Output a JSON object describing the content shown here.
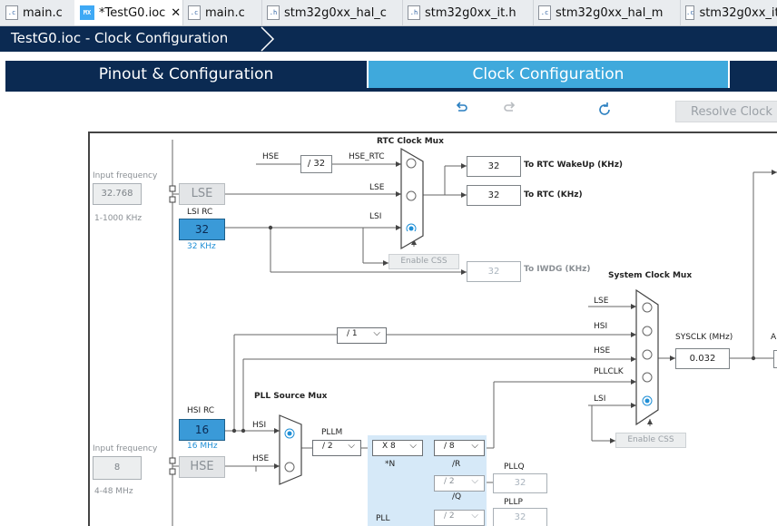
{
  "file_tabs": [
    {
      "icon": ".c",
      "label": "main.c"
    },
    {
      "icon": "MX",
      "label": "*TestG0.ioc"
    },
    {
      "icon": ".c",
      "label": "main.c"
    },
    {
      "icon": ".h",
      "label": "stm32g0xx_hal_c"
    },
    {
      "icon": ".h",
      "label": "stm32g0xx_it.h"
    },
    {
      "icon": ".c",
      "label": "stm32g0xx_hal_m"
    },
    {
      "icon": ".c",
      "label": "stm32g0xx_it"
    }
  ],
  "breadcrumb": "TestG0.ioc - Clock Configuration",
  "main_tabs": [
    "Pinout & Configuration",
    "Clock Configuration"
  ],
  "resolve_label": "Resolve Clock Issues",
  "clock": {
    "input_freq_label": "Input frequency",
    "lse_freq": "32.768",
    "lse_range": "1-1000 KHz",
    "lse_label": "LSE",
    "lsi_rc_label": "LSI RC",
    "lsi_value": "32",
    "lsi_khz": "32 KHz",
    "rtc_mux_title": "RTC Clock Mux",
    "hse_label": "HSE",
    "div32": "/ 32",
    "hse_rtc": "HSE_RTC",
    "lse_in": "LSE",
    "lsi_in": "LSI",
    "rtc_wakeup_value": "32",
    "rtc_wakeup_label": "To RTC WakeUp (KHz)",
    "rtc_value": "32",
    "rtc_label": "To RTC (KHz)",
    "enable_css": "Enable CSS",
    "iwdg_value": "32",
    "iwdg_label": "To IWDG (KHz)",
    "sys_mux_title": "System Clock Mux",
    "sys_lse": "LSE",
    "sys_hsi": "HSI",
    "sys_hse": "HSE",
    "sys_pllclk": "PLLCLK",
    "sys_lsi": "LSI",
    "sysclk_label": "SYSCLK (MHz)",
    "sysclk_value": "0.032",
    "ahb_cut": "A",
    "div1": "/ 1",
    "hsi_rc_label": "HSI RC",
    "hsi_value": "16",
    "hsi_mhz": "16 MHz",
    "pll_mux_title": "PLL Source Mux",
    "pll_hsi": "HSI",
    "pll_hse": "HSE",
    "pllm_label": "PLLM",
    "pllm_value": "/ 2",
    "pll_n_value": "X 8",
    "pll_n_label": "*N",
    "pll_r_value": "/ 8",
    "pll_r_label": "/R",
    "pll_q_value": "/ 2",
    "pll_q_label": "/Q",
    "pll_p_value": "/ 2",
    "pllq_label": "PLLQ",
    "pllq_value": "32",
    "pllp_label": "PLLP",
    "pllp_value": "32",
    "pll_label": "PLL",
    "hse_freq": "8",
    "hse_range": "4-48 MHz",
    "hse_box": "HSE"
  },
  "colors": {
    "navy": "#0b2a52",
    "tab_blue": "#3fa9dc",
    "pll_bg": "#d6e9f8",
    "selected": "#1f8fd6"
  }
}
